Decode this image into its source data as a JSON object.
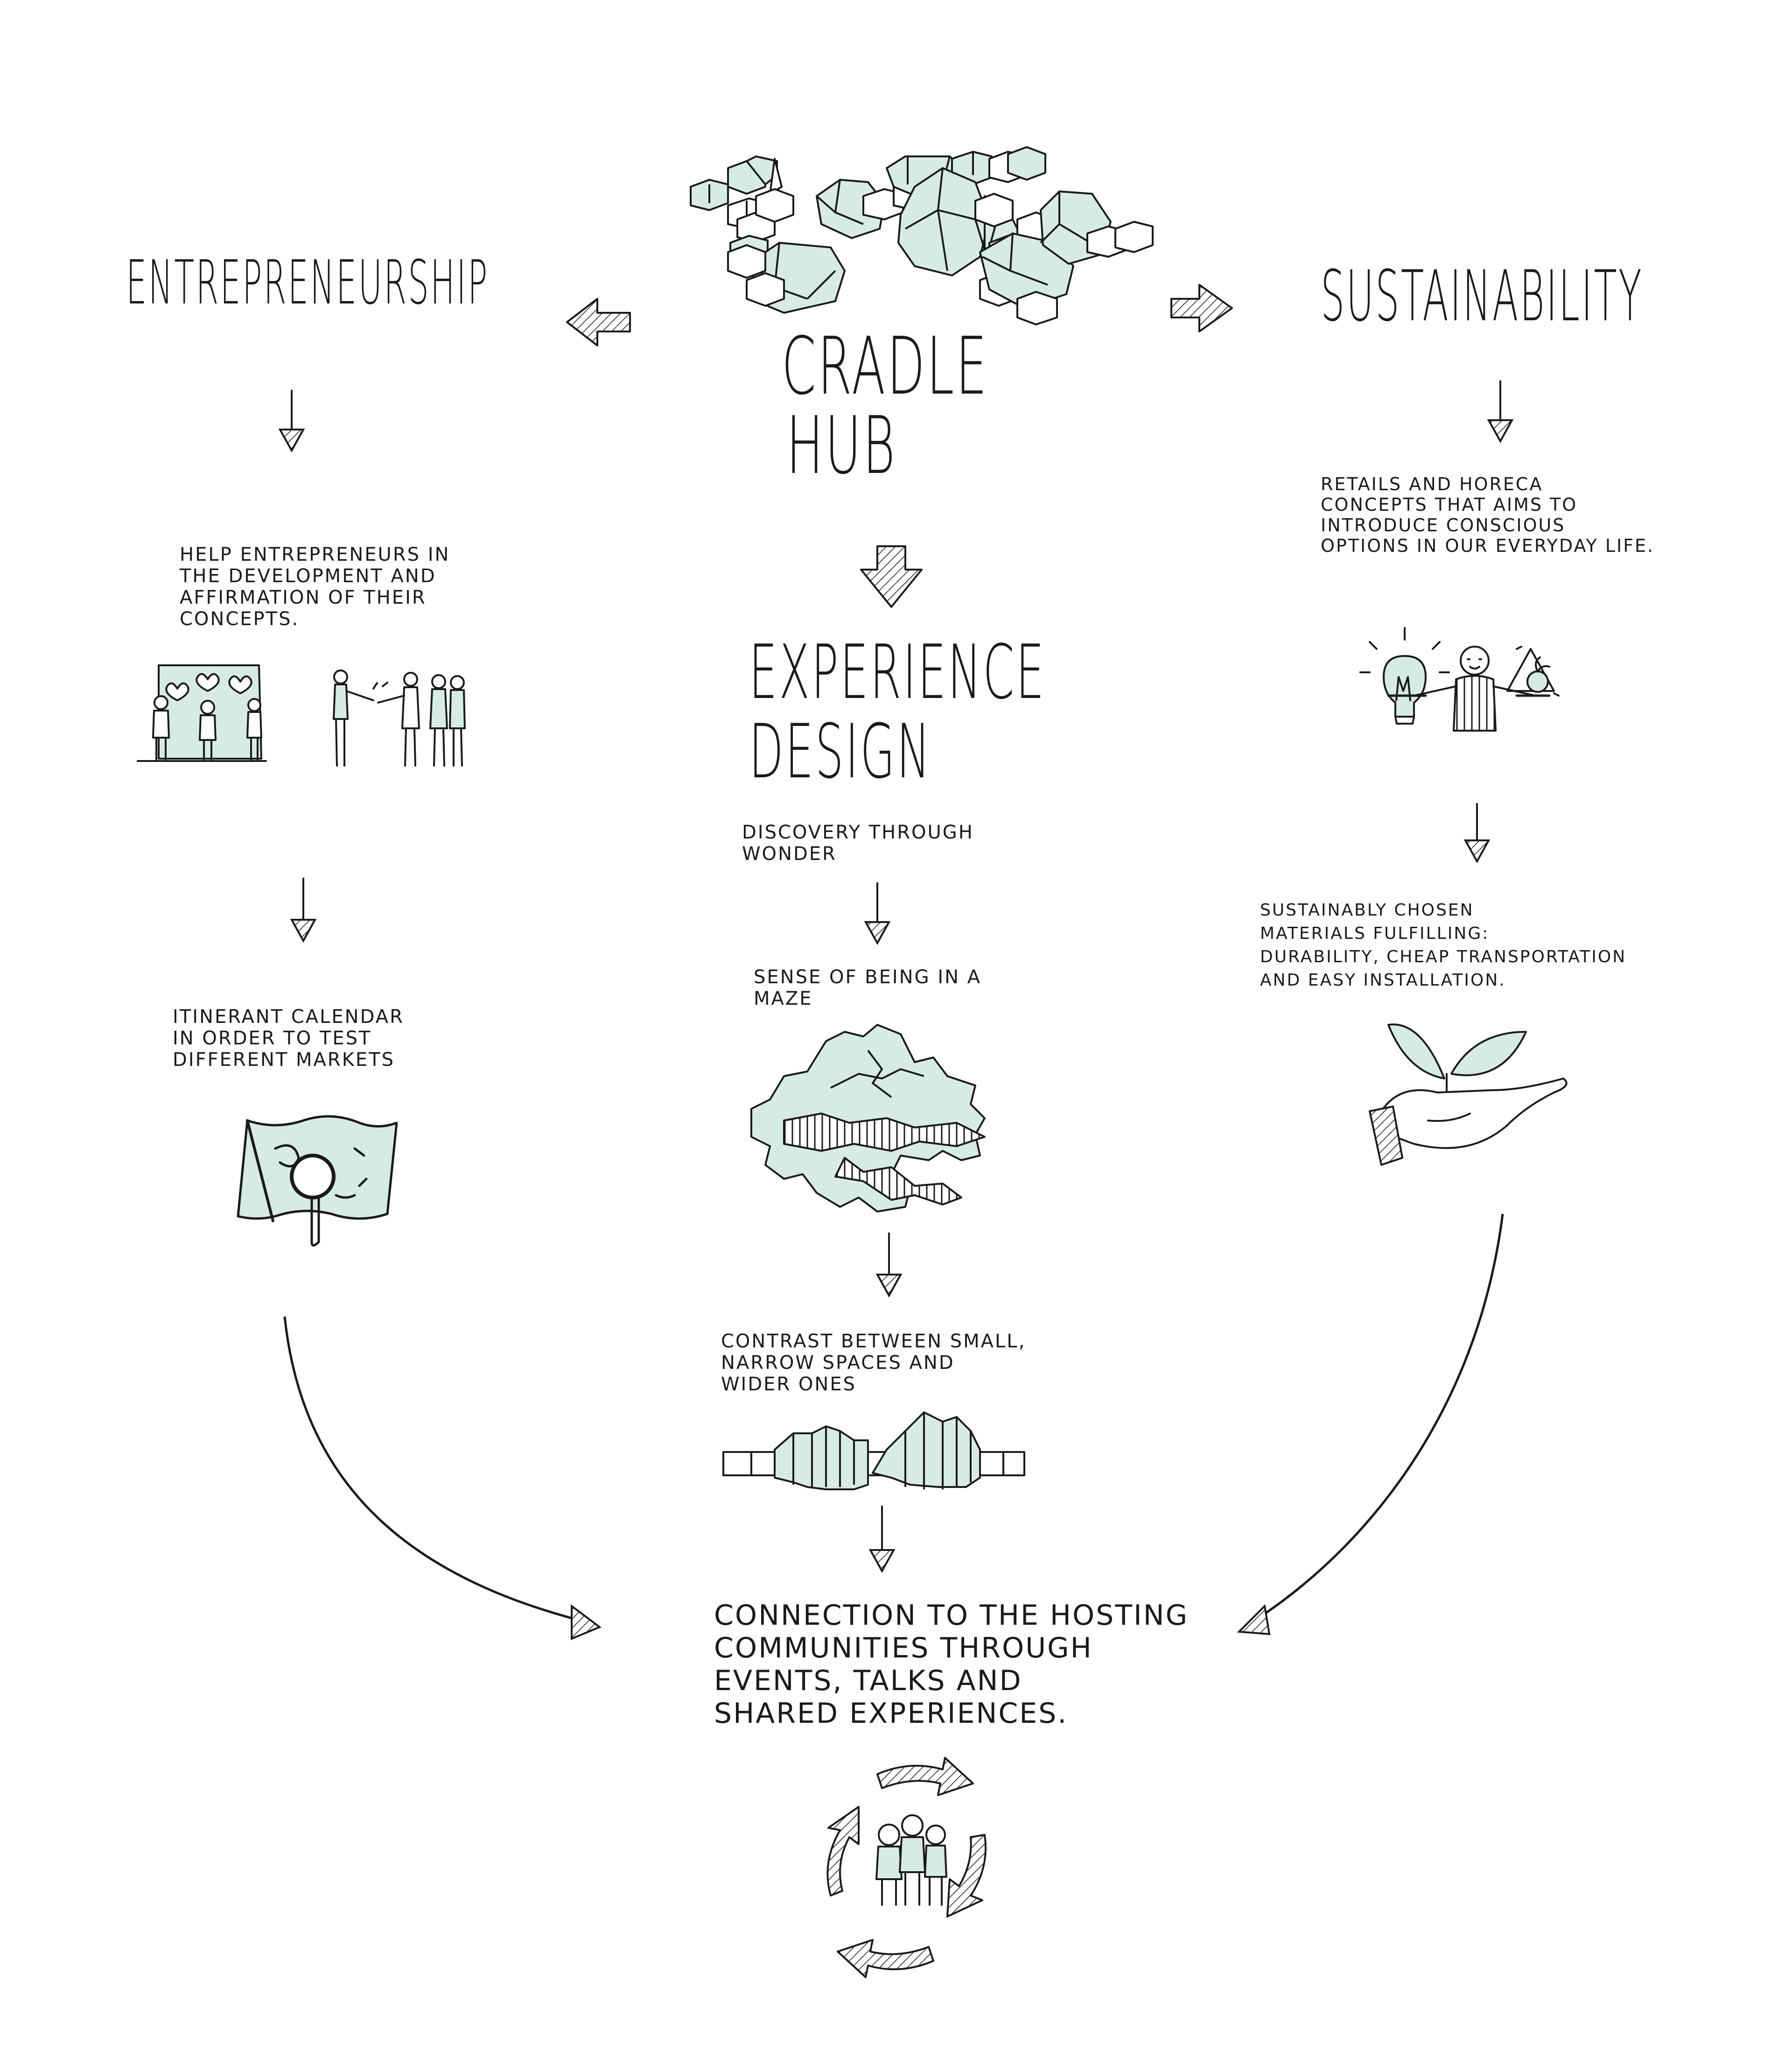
{
  "center": {
    "title_line1": "CRADLE",
    "title_line2": "HUB"
  },
  "left": {
    "title": "ENTREPRENEURSHIP",
    "note1": "HELP ENTREPRENEURS IN\nTHE DEVELOPMENT AND\nAFFIRMATION OF THEIR\nCONCEPTS.",
    "note2": "ITINERANT CALENDAR\nIN ORDER TO TEST\nDIFFERENT MARKETS"
  },
  "right": {
    "title": "SUSTAINABILITY",
    "note1": "RETAILS AND HORECA\nCONCEPTS THAT AIMS TO\nINTRODUCE CONSCIOUS\nOPTIONS IN OUR EVERYDAY LIFE.",
    "note2": "SUSTAINABLY CHOSEN\nMATERIALS FULFILLING:\nDURABILITY, CHEAP TRANSPORTATION\nAND EASY INSTALLATION."
  },
  "middle": {
    "title_line1": "EXPERIENCE",
    "title_line2": "DESIGN",
    "note1": "DISCOVERY THROUGH\nWONDER",
    "note2": "SENSE OF BEING IN A\nMAZE",
    "note3": "CONTRAST BETWEEN SMALL,\nNARROW SPACES AND\nWIDER ONES",
    "note4": "CONNECTION TO THE HOSTING\nCOMMUNITIES THROUGH\nEVENTS, TALKS AND\nSHARED EXPERIENCES."
  },
  "colors": {
    "mint": "#d6ebe3",
    "ink": "#1a1a1a"
  }
}
